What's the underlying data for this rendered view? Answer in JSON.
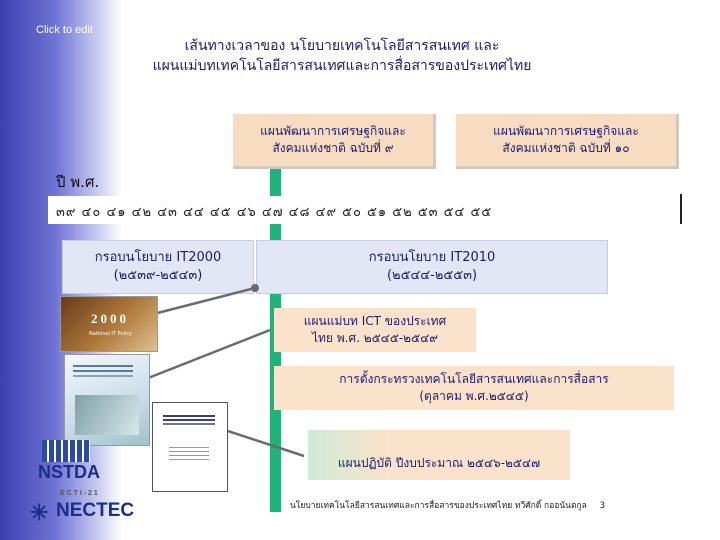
{
  "slide": {
    "click_to_edit": "Click to edit",
    "title_line1": "เส้นทางเวลาของ นโยบายเทคโนโลยีสารสนเทศ และ",
    "title_line2": "แผนแม่บทเทคโนโลยีสารสนเทศและการสื่อสารของประเทศไทย"
  },
  "plans": [
    {
      "line1": "แผนพัฒนาการเศรษฐกิจและ",
      "line2": "สังคมแห่งชาติ ฉบับที่ ๙"
    },
    {
      "line1": "แผนพัฒนาการเศรษฐกิจและ",
      "line2": "สังคมแห่งชาติ ฉบับที่ ๑๐"
    }
  ],
  "timeline": {
    "label": "ปี พ.ศ.",
    "years": "๓๙  ๔๐  ๔๑  ๔๒  ๔๓  ๔๔  ๔๕  ๔๖  ๔๗  ๔๘  ๔๙ ๕๐  ๕๑  ๕๒  ๕๓  ๕๔  ๕๕"
  },
  "frameworks": [
    {
      "title": "กรอบนโยบาย IT2000",
      "range": "(๒๕๓๙-๒๕๔๓)"
    },
    {
      "title": "กรอบนโยบาย IT2010",
      "range": "(๒๕๔๔-๒๕๕๓)"
    }
  ],
  "notes": [
    {
      "line1": "แผนแม่บท ICT ของประเทศ",
      "line2": "ไทย พ.ศ. ๒๕๔๕-๒๕๔๙"
    },
    {
      "line1": "การตั้งกระทรวงเทคโนโลยีสารสนเทศและการสื่อสาร",
      "line2": "(ตุลาคม พ.ศ.๒๕๔๕)"
    },
    {
      "line1": "แผนปฏิบัติ ปีงบประมาณ ๒๕๔๖-๒๕๔๗",
      "line2": ""
    }
  ],
  "thumbnails": {
    "it2000_cover_text": "2000",
    "it2000_cover_sub": "National IT Policy"
  },
  "logos": {
    "nstda": "NSTDA",
    "nectec_sub": "E C T I - 2 1",
    "nectec": "NECTEC"
  },
  "footer": {
    "text": "นโยบายเทคโนโลยีสารสนเทศและการสื่อสารของประเทศไทย  ทวีศักดิ์ กออนันตกูล",
    "page": "3"
  },
  "colors": {
    "sidebar": "#3b3fb0",
    "accent_green": "#1fb37a",
    "plan_box": "#f8dcc2",
    "framework_box": "#e3e6f4",
    "connector": "#6b6b6b"
  }
}
